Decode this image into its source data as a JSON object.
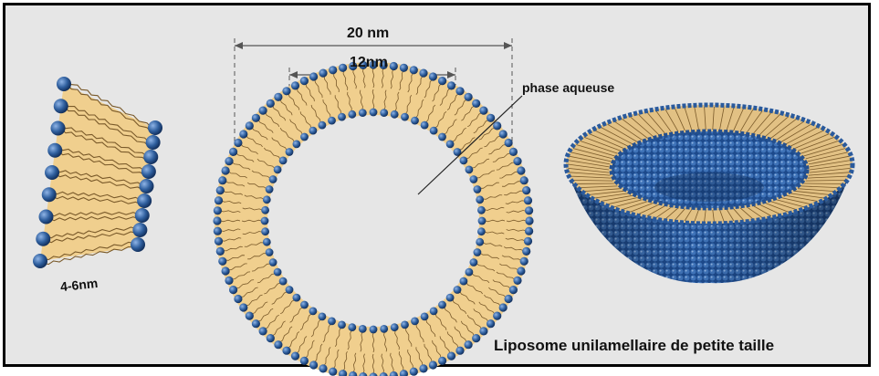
{
  "labels": {
    "outer_diameter": "20 nm",
    "inner_diameter": "12nm",
    "bilayer_thickness": "4-6nm",
    "aqueous_phase": "phase aqueuse",
    "caption": "Liposome unilamellaire de petite taille"
  },
  "colors": {
    "background": "#e6e6e6",
    "border": "#000000",
    "lipid_head": "#2f5f9e",
    "lipid_tail": "#f0cf8e",
    "tail_line": "#7a5a2a"
  }
}
